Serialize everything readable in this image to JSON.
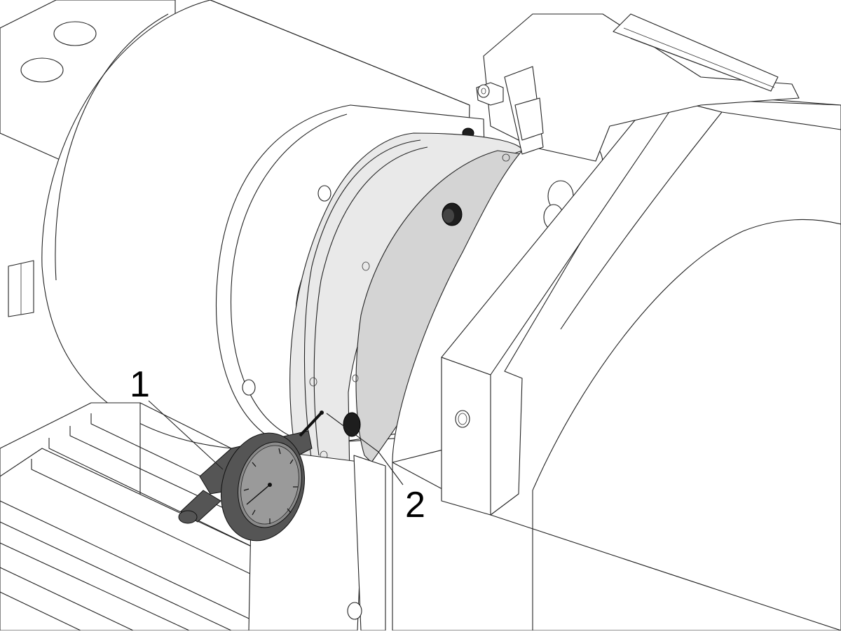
{
  "diagram": {
    "type": "technical-illustration",
    "callouts": [
      {
        "label": "1",
        "target": "dial-test-indicator"
      },
      {
        "label": "2",
        "target": "platter-face"
      }
    ],
    "colors": {
      "line": "#222222",
      "ring_fill": "#e6e6e6",
      "ring_inner": "#d6d6d6",
      "indicator_body": "#555555",
      "bolt": "#1e1e1e"
    }
  }
}
